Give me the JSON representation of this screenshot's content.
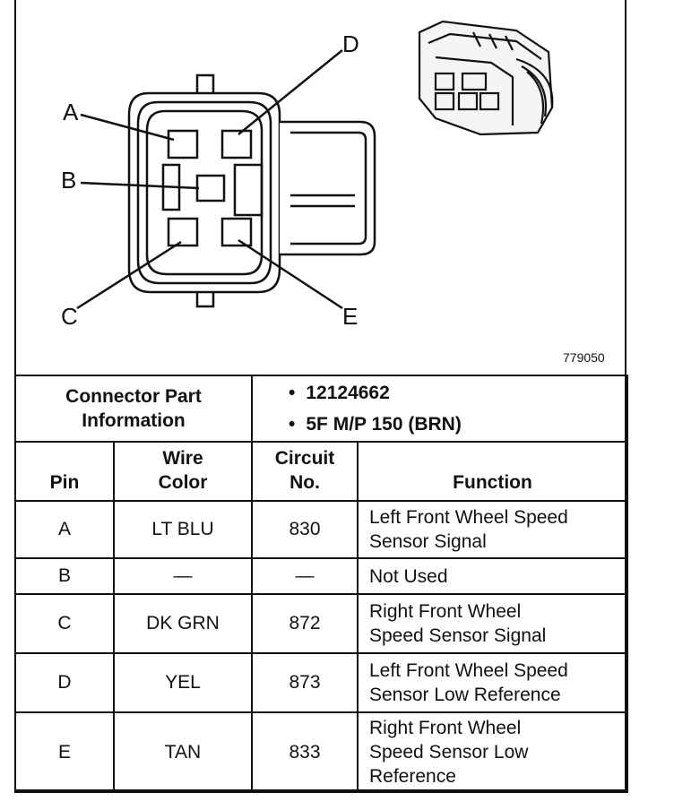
{
  "figure": {
    "number": "779050",
    "pin_callouts": [
      "A",
      "B",
      "C",
      "D",
      "E"
    ]
  },
  "connector_info": {
    "title_line1": "Connector Part",
    "title_line2": "Information",
    "items": [
      "12124662",
      "5F M/P 150 (BRN)"
    ]
  },
  "table": {
    "headers": {
      "pin": "Pin",
      "wire_color_line1": "Wire",
      "wire_color_line2": "Color",
      "circuit_line1": "Circuit",
      "circuit_line2": "No.",
      "function": "Function"
    },
    "rows": [
      {
        "pin": "A",
        "wire_color": "LT BLU",
        "circuit": "830",
        "function_lines": [
          "Left Front Wheel Speed",
          "Sensor Signal"
        ]
      },
      {
        "pin": "B",
        "wire_color": "—",
        "circuit": "—",
        "function_lines": [
          "Not Used"
        ]
      },
      {
        "pin": "C",
        "wire_color": "DK GRN",
        "circuit": "872",
        "function_lines": [
          "Right Front Wheel",
          "Speed Sensor Signal"
        ]
      },
      {
        "pin": "D",
        "wire_color": "YEL",
        "circuit": "873",
        "function_lines": [
          "Left Front Wheel Speed",
          "Sensor Low Reference"
        ]
      },
      {
        "pin": "E",
        "wire_color": "TAN",
        "circuit": "833",
        "function_lines": [
          "Right Front Wheel",
          "Speed Sensor Low",
          "Reference"
        ]
      }
    ]
  }
}
